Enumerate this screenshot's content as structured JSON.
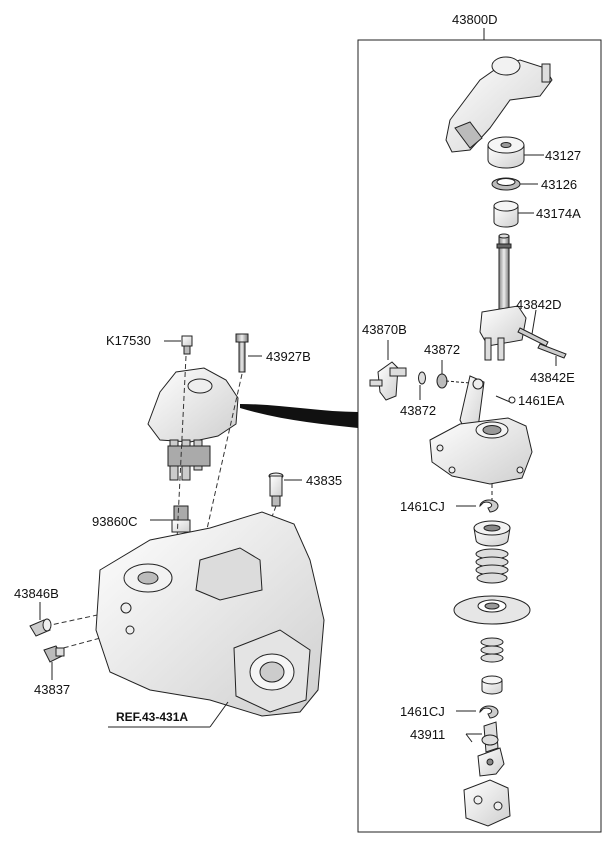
{
  "labels": {
    "assembly": "43800D",
    "p43127": "43127",
    "p43126": "43126",
    "p43174A": "43174A",
    "p43842D": "43842D",
    "p43842E": "43842E",
    "p43870B": "43870B",
    "p43872_top": "43872",
    "p43872_bottom": "43872",
    "p1461EA": "1461EA",
    "p1461CJ_top": "1461CJ",
    "p1461CJ_bottom": "1461CJ",
    "p43911": "43911",
    "pK17530": "K17530",
    "p43927B": "43927B",
    "p43835": "43835",
    "p93860C": "93860C",
    "p43846B": "43846B",
    "p43837": "43837",
    "ref": "REF.43-431A"
  }
}
